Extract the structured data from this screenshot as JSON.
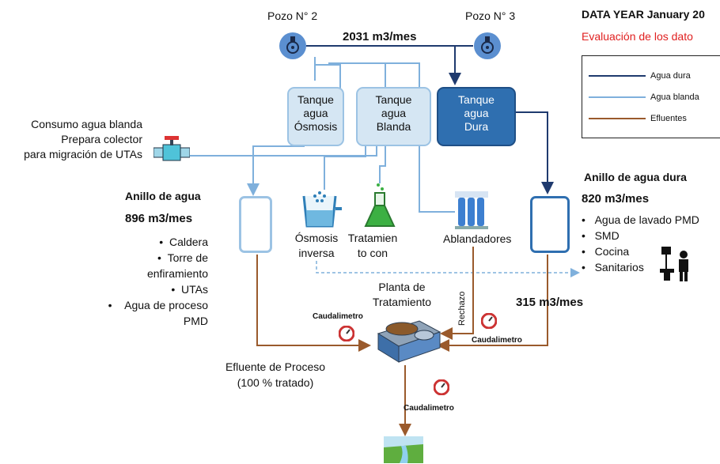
{
  "header": {
    "title": "DATA YEAR January 20",
    "subtitle": "Evaluación de los dato"
  },
  "legend": {
    "items": [
      {
        "label": "Agua dura",
        "color": "#1f3a6e"
      },
      {
        "label": "Agua blanda",
        "color": "#7fb0dc"
      },
      {
        "label": "Efluentes",
        "color": "#9a5a2c"
      }
    ]
  },
  "wells": {
    "well2": "Pozo N° 2",
    "well3": "Pozo N° 3",
    "flow": "2031 m3/mes"
  },
  "tanks": {
    "osmosis": [
      "Tanque",
      "agua",
      "Ósmosis"
    ],
    "blanda": [
      "Tanque",
      "agua",
      "Blanda"
    ],
    "dura": [
      "Tanque",
      "agua",
      "Dura"
    ]
  },
  "consumo": [
    "Consumo agua blanda",
    "Prepara colector",
    "para migración de UTAs"
  ],
  "anillo_agua": {
    "title": "Anillo de agua",
    "flow": "896 m3/mes",
    "items": [
      "Caldera",
      "Torre de",
      "enfiramiento",
      "UTAs",
      "Agua de proceso",
      "PMD"
    ]
  },
  "anillo_dura": {
    "title": "Anillo de agua dura",
    "flow": "820 m3/mes",
    "items": [
      "Agua de lavado PMD",
      "SMD",
      "Cocina",
      "Sanitarios"
    ]
  },
  "equipment": {
    "osmosis": [
      "Ósmosis",
      "inversa"
    ],
    "tratamiento": [
      "Tratamien",
      "to con"
    ],
    "ablandadores": "Ablandadores"
  },
  "planta": [
    "Planta de",
    "Tratamiento"
  ],
  "rechazo": "Rechazo",
  "flow_315": "315 m3/mes",
  "meters": [
    "Caudalimetro",
    "Caudalimetro",
    "Caudalimetro"
  ],
  "efluente": [
    "Efluente de Proceso",
    "(100 % tratado)"
  ]
}
